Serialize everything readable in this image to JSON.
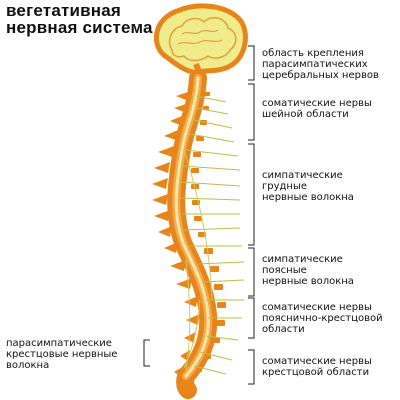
{
  "title": {
    "line1": "вегетативная",
    "line2": "нервная система"
  },
  "colors": {
    "cord": "#e8851a",
    "cord_light": "#f4a94a",
    "brain": "#f0ec8c",
    "nerves": "#b8c04a",
    "bracket": "#222222"
  },
  "labels": {
    "parasympathetic_cerebral": "область крепления\nпарасимпатических\nцеребральных нервов",
    "somatic_cervical": "соматические нервы\nшейной области",
    "sympathetic_thoracic": "симпатические\nгрудные\nнервные волокна",
    "sympathetic_lumbar": "симпатические\nпоясные\nнервные волокна",
    "somatic_lumbosacral": "соматические нервы\nпояснично-крестцовой\nобласти",
    "parasympathetic_sacral": "парасимпатические\nкрестцовые нервные\nволокна",
    "somatic_sacral": "соматические нервы\nкрестцовой области"
  }
}
